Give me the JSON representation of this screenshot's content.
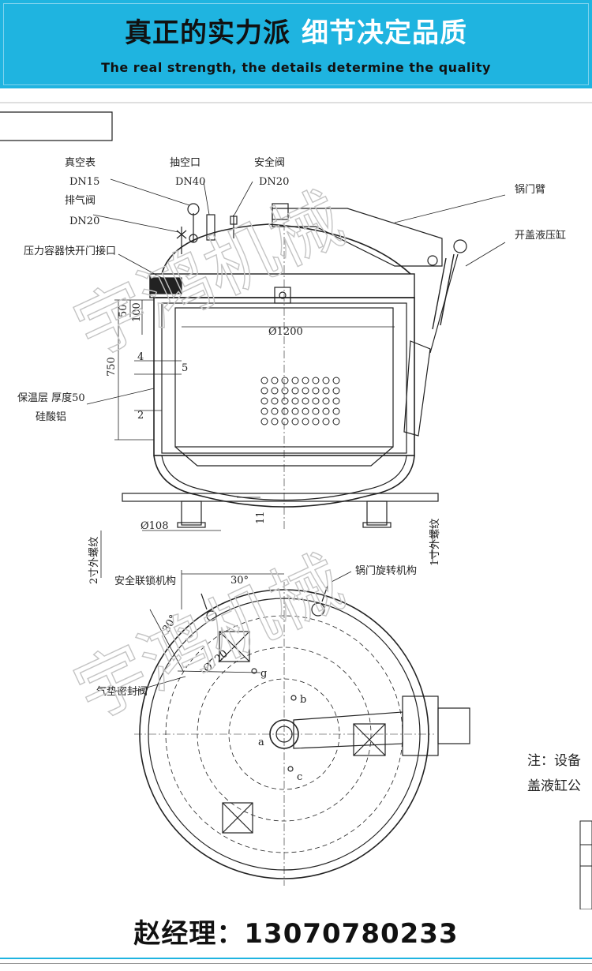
{
  "header": {
    "title_main": "真正的实力派",
    "title_accent": "细节决定品质",
    "subtitle": "The real strength, the details determine the quality",
    "banner_color": "#1fb4e0"
  },
  "labels": {
    "vacuum_gauge": "真空表",
    "vacuum_gauge_dn": "DN15",
    "exhaust_valve": "排气阀",
    "exhaust_valve_dn": "DN20",
    "suction_port": "抽空口",
    "suction_port_dn": "DN40",
    "safety_valve": "安全阀",
    "safety_valve_dn": "DN20",
    "door_arm": "锅门臂",
    "lid_cylinder": "开盖液压缸",
    "quick_door": "压力容器快开门接口",
    "insulation": "保温层 厚度50",
    "insulation_material": "硅酸铝",
    "interlock": "安全联锁机构",
    "door_rotation": "锅门旋转机构",
    "air_seal_valve": "气垫密封阀",
    "thread_2in": "2寸外螺纹",
    "thread_1in": "1寸外螺纹",
    "note_line1": "注：设备",
    "note_line2": "盖液缸公",
    "watermark": "宇鸿机械"
  },
  "dimensions": {
    "d1200": "Ø1200",
    "h750": "750",
    "h50": "50",
    "h100": "100",
    "t4": "4",
    "t5": "5",
    "t2": "2",
    "t11": "11",
    "d108": "Ø108",
    "d720": "Ø720",
    "angle1": "30°",
    "angle2": "30°",
    "pt_a": "a",
    "pt_b": "b",
    "pt_c": "c",
    "pt_g": "g"
  },
  "contact": {
    "text": "赵经理：13070780233"
  }
}
